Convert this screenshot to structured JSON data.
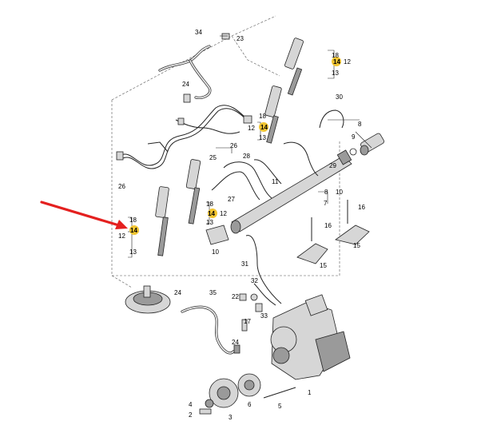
{
  "diagram": {
    "highlight_color": "#f2c531",
    "arrow_color": "#e4201f",
    "callouts": {
      "c1": "1",
      "c2": "2",
      "c3": "3",
      "c4": "4",
      "c5": "5",
      "c6": "6",
      "c7": "7",
      "c8": "8",
      "c9": "9",
      "c10": "10",
      "c11": "11",
      "c12a": "12",
      "c12b": "12",
      "c12c": "12",
      "c12d": "12",
      "c13a": "13",
      "c13b": "13",
      "c13c": "13",
      "c13d": "13",
      "c14a": "14",
      "c14b": "14",
      "c14c": "14",
      "c14d": "14",
      "c15a": "15",
      "c15b": "15",
      "c16a": "16",
      "c16b": "16",
      "c17": "17",
      "c18a": "18",
      "c18b": "18",
      "c18c": "18",
      "c18d": "18",
      "c22": "22",
      "c23": "23",
      "c24a": "24",
      "c24b": "24",
      "c24c": "24",
      "c25": "25",
      "c26a": "26",
      "c26b": "26",
      "c27": "27",
      "c28": "28",
      "c29": "29",
      "c30": "30",
      "c31": "31",
      "c32": "32",
      "c33": "33",
      "c34": "34",
      "c35": "35"
    }
  }
}
